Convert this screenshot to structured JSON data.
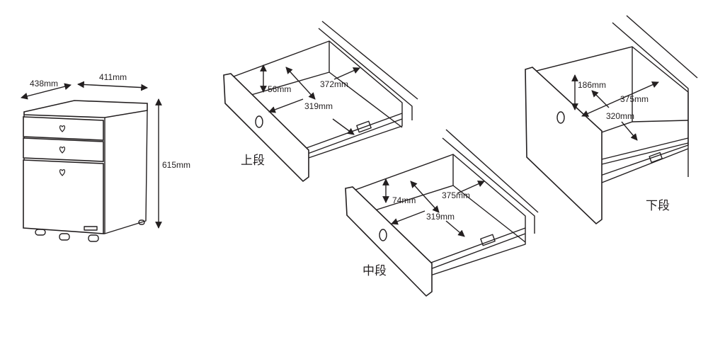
{
  "cabinet": {
    "depth": "438mm",
    "width": "411mm",
    "height": "615mm"
  },
  "top_drawer": {
    "label": "上段",
    "height": "56mm",
    "depth": "372mm",
    "width": "319mm"
  },
  "middle_drawer": {
    "label": "中段",
    "height": "74mm",
    "depth": "375mm",
    "width": "319mm"
  },
  "bottom_drawer": {
    "label": "下段",
    "height": "186mm",
    "depth": "375mm",
    "width": "320mm"
  }
}
